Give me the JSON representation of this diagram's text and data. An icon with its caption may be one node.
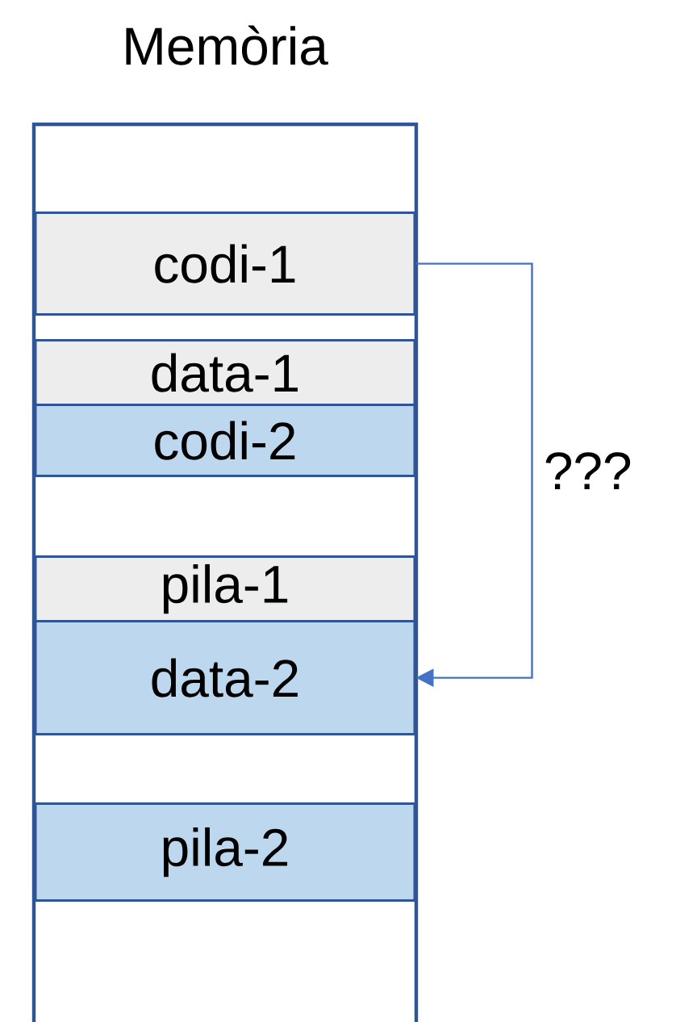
{
  "diagram": {
    "nodes": [
      {
        "text": [
          "Memòria"
        ]
      },
      {
        "text": [
          "codi-1"
        ],
        "in": 0
      },
      {
        "text": [
          "data-1"
        ],
        "in": 0
      },
      {
        "text": [
          "codi-2"
        ],
        "in": 0
      },
      {
        "text": [
          "pila-1"
        ],
        "in": 0
      },
      {
        "text": [
          "data-2"
        ],
        "in": 0
      },
      {
        "text": [
          "pila-2"
        ],
        "in": 0
      }
    ],
    "edges": [
      {
        "from": 1,
        "to": 5,
        "arrow": "to",
        "label": "???"
      }
    ]
  }
}
